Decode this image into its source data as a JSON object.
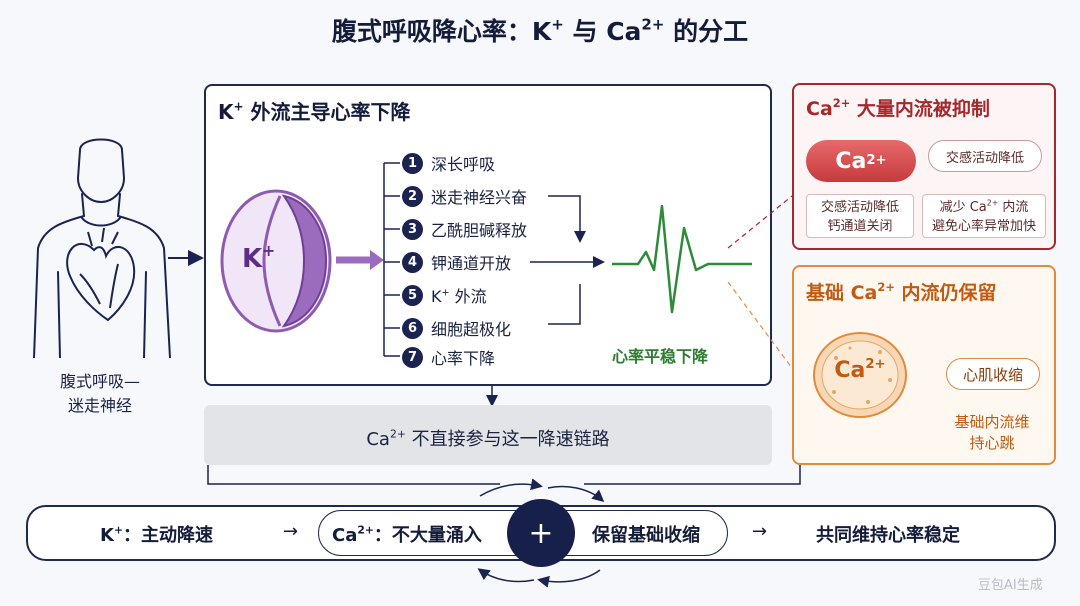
{
  "title": {
    "pre": "腹式呼吸降心率：K",
    "k_sup": "+",
    "mid": " 与 Ca",
    "ca_sup": "2+",
    "post": " 的分工"
  },
  "human": {
    "label_line1": "腹式呼吸—",
    "label_line2": "迷走神经"
  },
  "k_panel": {
    "title_pre": "K",
    "title_sup": "+",
    "title_post": " 外流主导心率下降",
    "channel_label": "K",
    "channel_sup": "+",
    "steps": [
      {
        "num": "1",
        "text": "深长呼吸"
      },
      {
        "num": "2",
        "text": "迷走神经兴奋"
      },
      {
        "num": "3",
        "text": "乙酰胆碱释放"
      },
      {
        "num": "4",
        "text": "钾通道开放"
      },
      {
        "num": "5",
        "text_pre": "K",
        "text_sup": "+",
        "text_post": " 外流"
      },
      {
        "num": "6",
        "text": "细胞超极化"
      },
      {
        "num": "7",
        "text": "心率下降"
      }
    ],
    "result": "心率平稳下降"
  },
  "ca_note": {
    "pre": "Ca",
    "sup": "2+",
    "post": " 不直接参与这一降速链路"
  },
  "red_panel": {
    "title_pre": "Ca",
    "title_sup": "2+",
    "title_post": " 大量内流被抑制",
    "ca_label": "Ca",
    "ca_sup": "2+",
    "sympathetic_low": "交感活动降低",
    "box1_line1": "交感活动降低",
    "box1_line2": "钙通道关闭",
    "box2_pre": "减少 Ca",
    "box2_sup": "2+",
    "box2_post": " 内流",
    "box2_line2": "避免心率异常加快"
  },
  "orange_panel": {
    "title_pre": "基础 Ca",
    "title_sup": "2+",
    "title_post": " 内流仍保留",
    "ca_label": "Ca",
    "ca_sup": "2+",
    "contract": "心肌收缩",
    "note_line1": "基础内流维",
    "note_line2": "持心跳"
  },
  "bottom": {
    "k_pre": "K",
    "k_sup": "+",
    "k_post": "：主动降速",
    "arrow": "→",
    "ca_pre": "Ca",
    "ca_sup": "2+",
    "ca_post": "：不大量涌入",
    "plus": "+",
    "keep": "保留基础收缩",
    "together": "共同维持心率稳定"
  },
  "watermark": "豆包AI生成",
  "colors": {
    "navy": "#1b2350",
    "red": "#a5282c",
    "orange": "#e38a3c",
    "green": "#2e7d32",
    "purple": "#8e5bb0"
  }
}
